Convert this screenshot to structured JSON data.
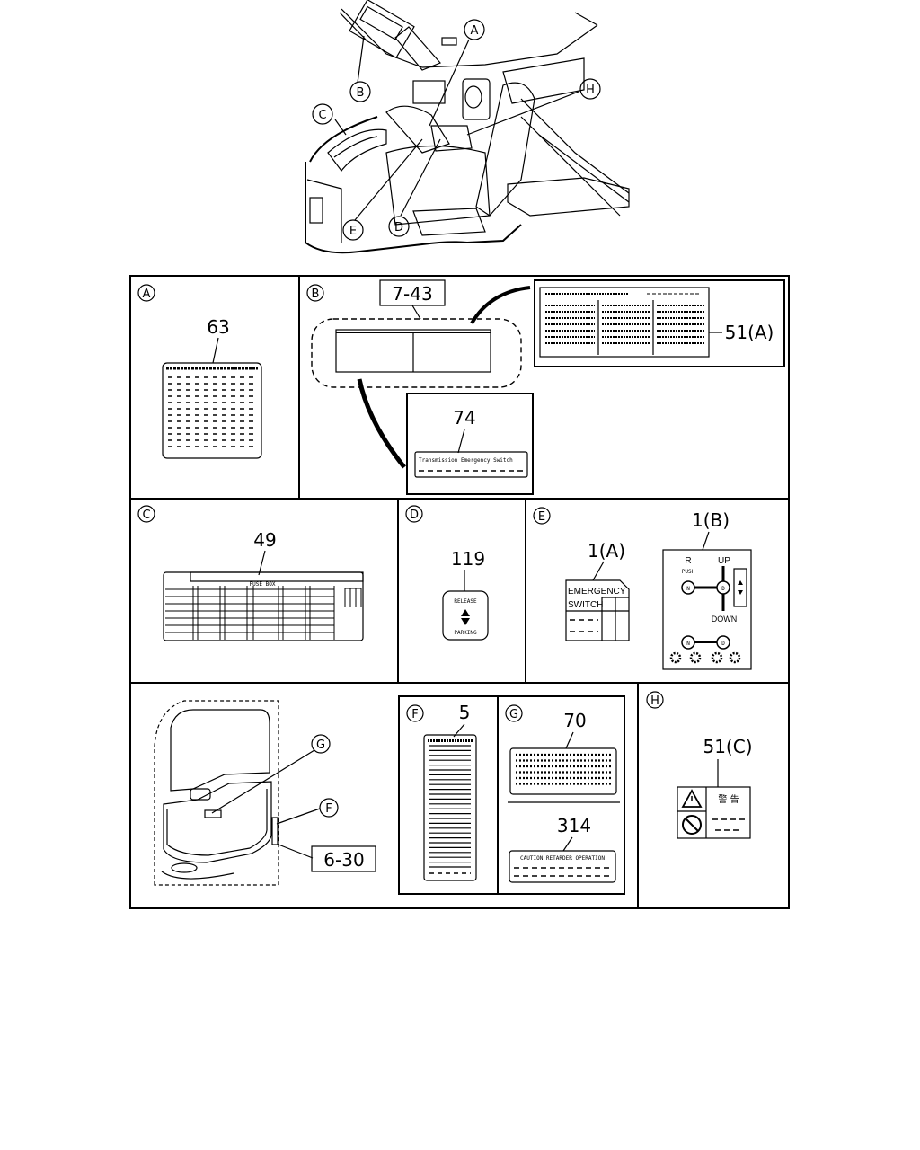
{
  "callouts": {
    "A": "A",
    "B": "B",
    "C": "C",
    "D": "D",
    "E": "E",
    "F": "F",
    "G": "G",
    "H": "H"
  },
  "parts": {
    "p63": "63",
    "p7_43": "7-43",
    "p51a": "51(A)",
    "p74": "74",
    "p49": "49",
    "p119": "119",
    "p1a": "1(A)",
    "p1b": "1(B)",
    "p6_30": "6-30",
    "p5": "5",
    "p70": "70",
    "p314": "314",
    "p51c": "51(C)"
  },
  "label_text": {
    "transmission": "Transmission Emergency Switch",
    "fuse_box": "FUSE BOX",
    "release": "RELEASE",
    "parking": "PARKING",
    "emergency": "EMERGENCY",
    "switch": "SWITCH",
    "r": "R",
    "push": "PUSH",
    "up": "UP",
    "down": "DOWN",
    "n": "N",
    "d": "D",
    "caution_retarder": "CAUTION RETARDER OPERATION",
    "keikoku": "警 告"
  }
}
